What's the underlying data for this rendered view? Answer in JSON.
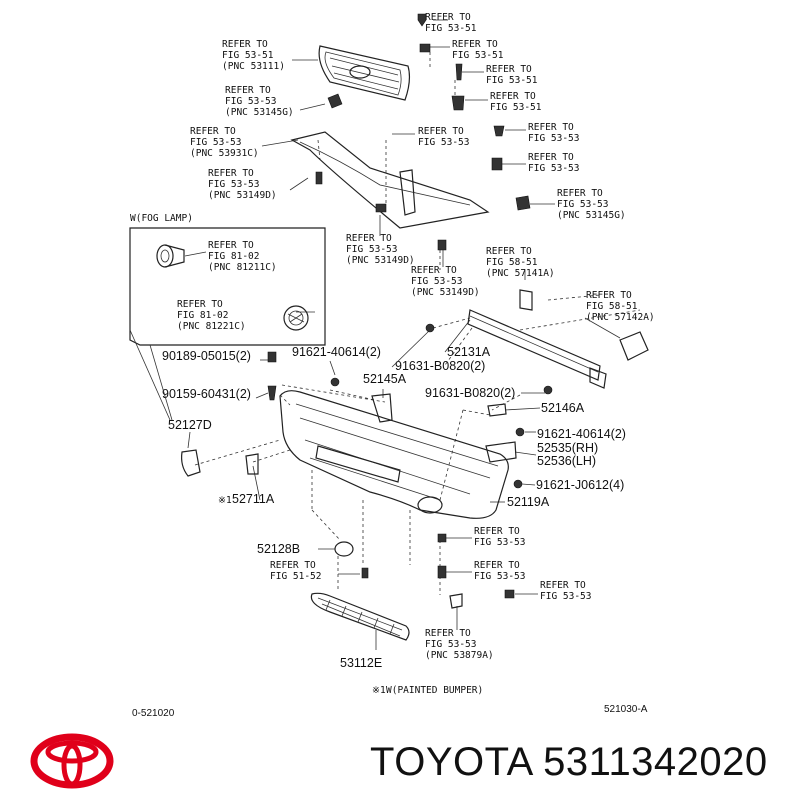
{
  "callouts": [
    {
      "id": "c1",
      "lines": [
        "REFER TO",
        "FIG 53-51"
      ]
    },
    {
      "id": "c2",
      "lines": [
        "REFER TO",
        "FIG 53-51",
        "(PNC 53111)"
      ]
    },
    {
      "id": "c3",
      "lines": [
        "REFER TO",
        "FIG 53-51"
      ]
    },
    {
      "id": "c4",
      "lines": [
        "REFER TO",
        "FIG 53-51"
      ]
    },
    {
      "id": "c5",
      "lines": [
        "REFER TO",
        "FIG 53-51"
      ]
    },
    {
      "id": "c6",
      "lines": [
        "REFER TO",
        "FIG 53-53",
        "(PNC 53145G)"
      ]
    },
    {
      "id": "c7",
      "lines": [
        "REFER TO",
        "FIG 53-53",
        "(PNC 53931C)"
      ]
    },
    {
      "id": "c8",
      "lines": [
        "REFER TO",
        "FIG 53-53"
      ]
    },
    {
      "id": "c9",
      "lines": [
        "REFER TO",
        "FIG 53-53"
      ]
    },
    {
      "id": "c10",
      "lines": [
        "REFER TO",
        "FIG 53-53"
      ]
    },
    {
      "id": "c11",
      "lines": [
        "REFER TO",
        "FIG 53-53",
        "(PNC 53149D)"
      ]
    },
    {
      "id": "c12",
      "lines": [
        "REFER TO",
        "FIG 53-53",
        "(PNC 53145G)"
      ]
    },
    {
      "id": "c13",
      "lines": [
        "REFER TO",
        "FIG 53-53",
        "(PNC 53149D)"
      ]
    },
    {
      "id": "c14",
      "lines": [
        "REFER TO",
        "FIG 58-51",
        "(PNC 57141A)"
      ]
    },
    {
      "id": "c15",
      "lines": [
        "REFER TO",
        "FIG 53-53",
        "(PNC 53149D)"
      ]
    },
    {
      "id": "c16",
      "lines": [
        "REFER TO",
        "FIG 58-51",
        "(PNC 57142A)"
      ]
    },
    {
      "id": "c17",
      "lines": [
        "REFER TO",
        "FIG 81-02",
        "(PNC 81211C)"
      ]
    },
    {
      "id": "c18",
      "lines": [
        "REFER TO",
        "FIG 81-02",
        "(PNC 81221C)"
      ]
    },
    {
      "id": "c19",
      "lines": [
        "REFER TO",
        "FIG 53-53"
      ]
    },
    {
      "id": "c20",
      "lines": [
        "REFER TO",
        "FIG 51-52"
      ]
    },
    {
      "id": "c21",
      "lines": [
        "REFER TO",
        "FIG 53-53"
      ]
    },
    {
      "id": "c22",
      "lines": [
        "REFER TO",
        "FIG 53-53"
      ]
    },
    {
      "id": "c23",
      "lines": [
        "REFER TO",
        "FIG 53-53",
        "(PNC 53879A)"
      ]
    }
  ],
  "part_numbers": {
    "fog_lamp_label": "W(FOG LAMP)",
    "p90189": "90189-05015(2)",
    "p90159": "90159-60431(2)",
    "p52127D": "52127D",
    "p52711A": "52711A",
    "p91621_40614_a": "91621-40614(2)",
    "p91631_a": "91631-B0820(2)",
    "p52131A": "52131A",
    "p52145A": "52145A",
    "p91631_b": "91631-B0820(2)",
    "p52146A": "52146A",
    "p91621_40614_b": "91621-40614(2)",
    "p52535": "52535(RH)",
    "p52536": "52536(LH)",
    "p91621_J0612": "91621-J0612(4)",
    "p52119A": "52119A",
    "p52128B": "52128B",
    "p53112E": "53112E",
    "note_painted": "W(PAINTED BUMPER)",
    "star1": "※1",
    "star2": "※1"
  },
  "footer": {
    "left_code": "0-521020",
    "right_code": "521030-A"
  },
  "brand": {
    "text": "TOYOTA 5311342020",
    "logo": "toyota-logo",
    "logo_color": "#e0001a"
  }
}
